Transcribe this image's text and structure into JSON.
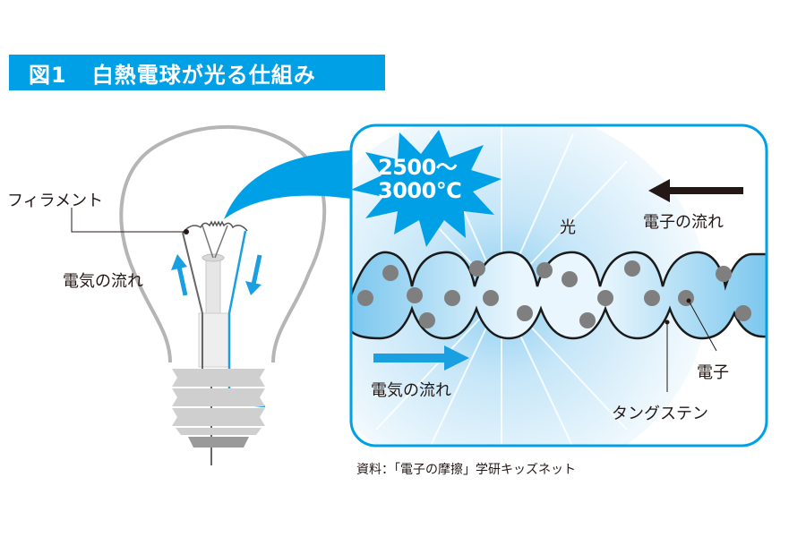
{
  "figure": {
    "number": "図1",
    "title": "白熱電球が光る仕組み"
  },
  "bulb": {
    "filament_label": "フィラメント",
    "current_label": "電気の流れ"
  },
  "callout": {
    "temperature": [
      "2500〜",
      "3000℃"
    ],
    "light_label": "光",
    "electron_flow_label": "電子の流れ",
    "current_label": "電気の流れ",
    "electron_label": "電子",
    "tungsten_label": "タングステン"
  },
  "source": "資料：「電子の摩擦」学研キッズネット",
  "colors": {
    "accent_blue": "#00a0e6",
    "filament_fill": "#a9dcf5",
    "electron": "#7f7f7f",
    "bulb_outline": "#b5b5b5",
    "text": "#231815"
  }
}
